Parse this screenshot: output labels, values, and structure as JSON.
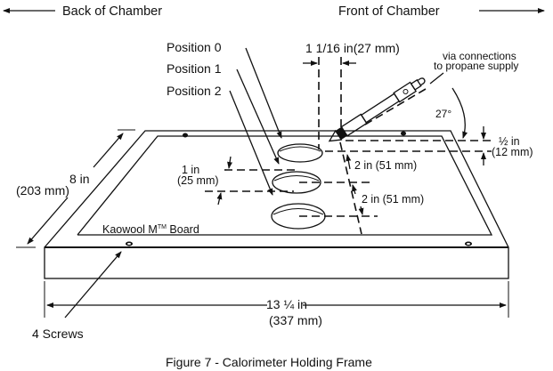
{
  "header": {
    "back_label": "Back of Chamber",
    "front_label": "Front of Chamber"
  },
  "positions": {
    "p0": "Position 0",
    "p1": "Position 1",
    "p2": "Position 2"
  },
  "dimensions": {
    "burner_offset": "1 1/16 in(27 mm)",
    "angle": "27°",
    "half_in": "½ in",
    "half_mm": "(12 mm)",
    "one_in": "1 in",
    "one_mm": "(25 mm)",
    "two_in_a": "2 in (51 mm)",
    "two_in_b": "2 in (51 mm)",
    "depth_in": "8 in",
    "depth_mm": "(203 mm)",
    "width_in": "13 ¼ in",
    "width_mm": "(337 mm)"
  },
  "labels": {
    "propane_1": "via connections",
    "propane_2": "to propane supply",
    "board": "Kaowool M",
    "board_tm": "TM",
    "board_suffix": " Board",
    "screws": "4 Screws"
  },
  "caption": "Figure 7 - Calorimeter Holding Frame"
}
